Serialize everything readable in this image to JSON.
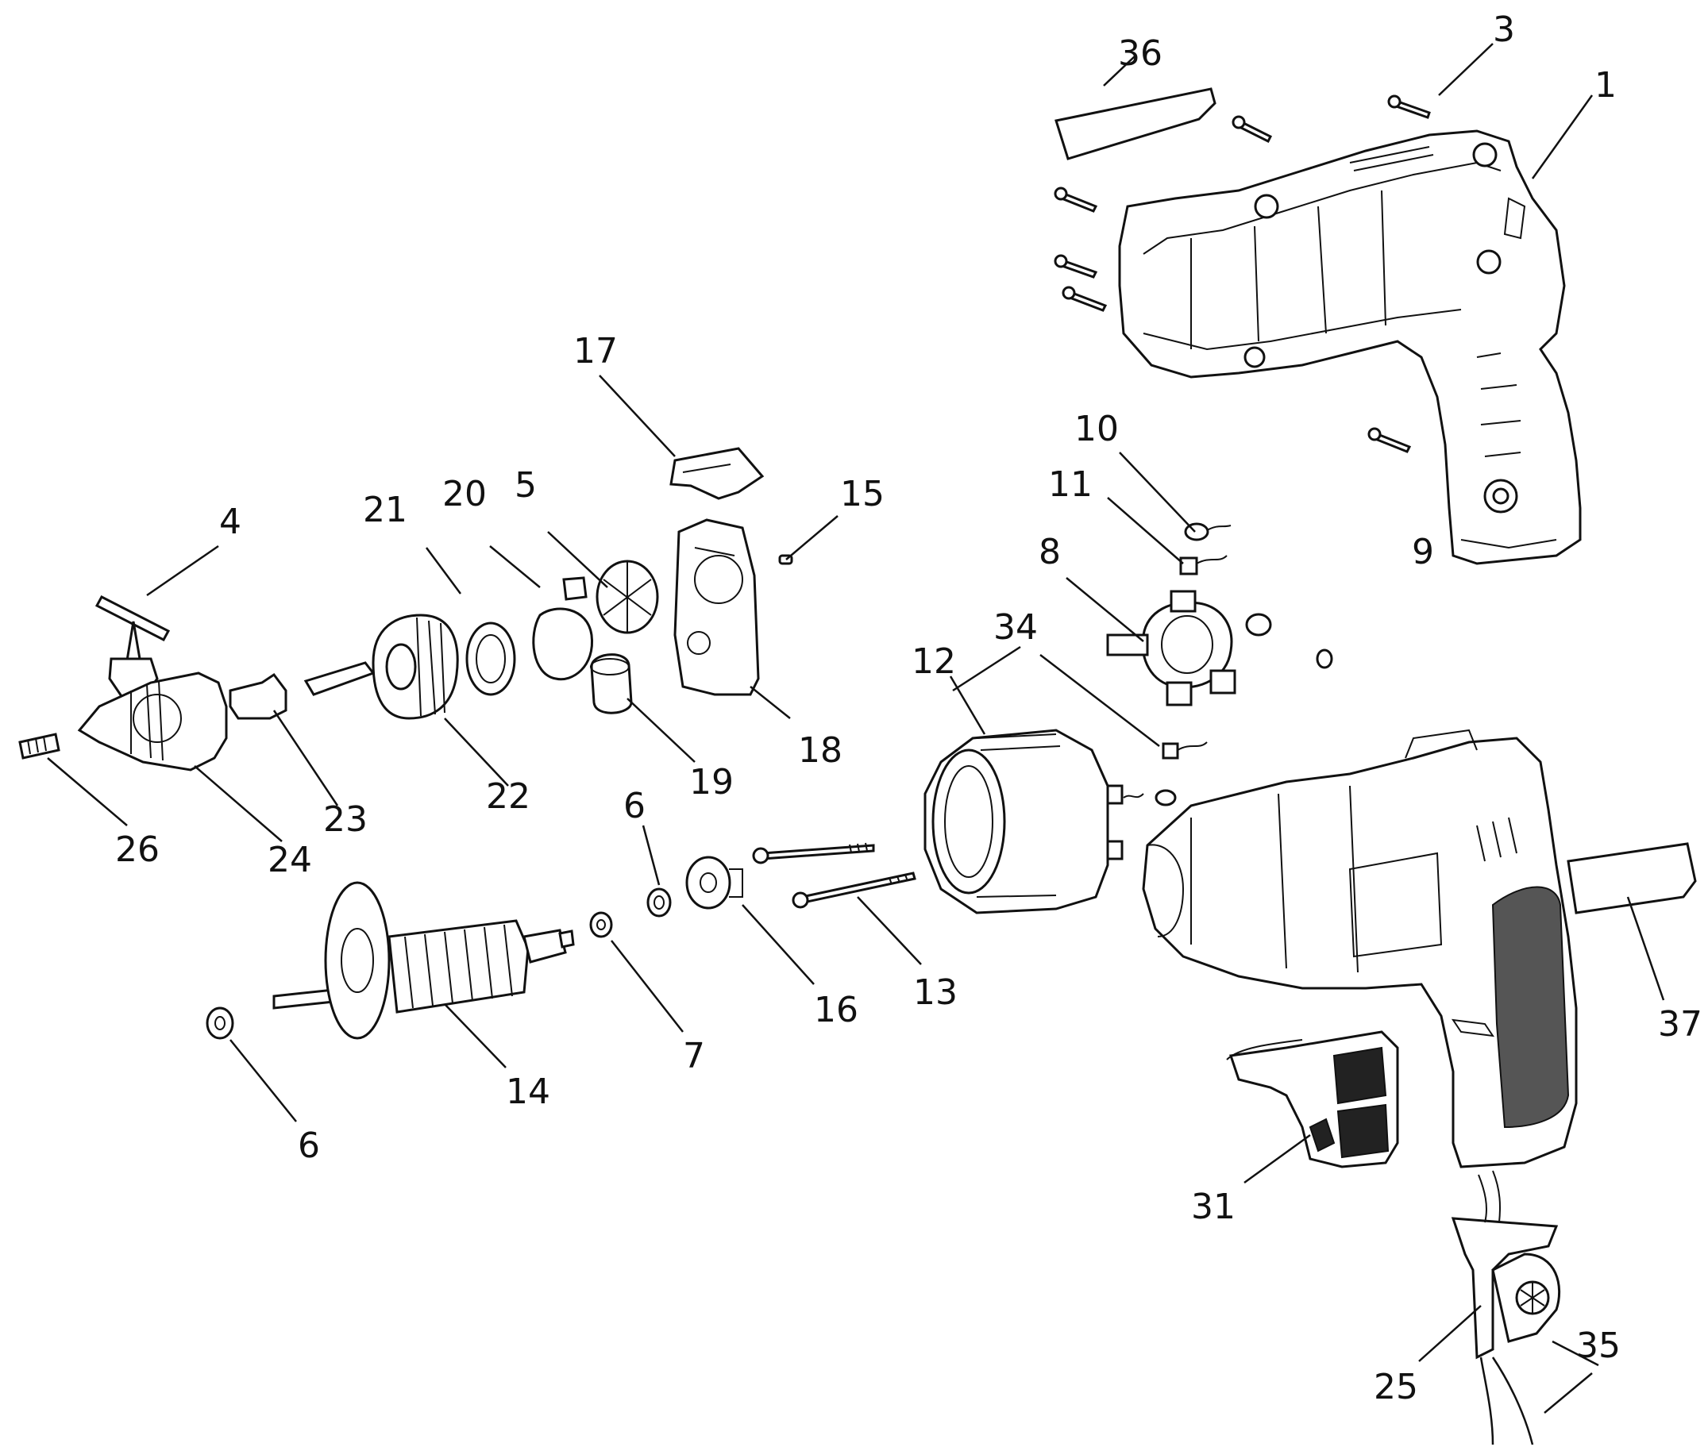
{
  "callouts": [
    {
      "id": "c36",
      "text": "36"
    },
    {
      "id": "c3",
      "text": "3"
    },
    {
      "id": "c1",
      "text": "1"
    },
    {
      "id": "c17",
      "text": "17"
    },
    {
      "id": "c10",
      "text": "10"
    },
    {
      "id": "c11",
      "text": "11"
    },
    {
      "id": "c15",
      "text": "15"
    },
    {
      "id": "c4",
      "text": "4"
    },
    {
      "id": "c21",
      "text": "21"
    },
    {
      "id": "c20",
      "text": "20"
    },
    {
      "id": "c5",
      "text": "5"
    },
    {
      "id": "c8",
      "text": "8"
    },
    {
      "id": "c9",
      "text": "9"
    },
    {
      "id": "c34",
      "text": "34"
    },
    {
      "id": "c12",
      "text": "12"
    },
    {
      "id": "c18",
      "text": "18"
    },
    {
      "id": "c19",
      "text": "19"
    },
    {
      "id": "c22",
      "text": "22"
    },
    {
      "id": "c23",
      "text": "23"
    },
    {
      "id": "c26",
      "text": "26"
    },
    {
      "id": "c24",
      "text": "24"
    },
    {
      "id": "c6a",
      "text": "6"
    },
    {
      "id": "c16",
      "text": "16"
    },
    {
      "id": "c13",
      "text": "13"
    },
    {
      "id": "c7",
      "text": "7"
    },
    {
      "id": "c14",
      "text": "14"
    },
    {
      "id": "c6b",
      "text": "6"
    },
    {
      "id": "c37",
      "text": "37"
    },
    {
      "id": "c31",
      "text": "31"
    },
    {
      "id": "c25",
      "text": "25"
    },
    {
      "id": "c35",
      "text": "35"
    }
  ]
}
